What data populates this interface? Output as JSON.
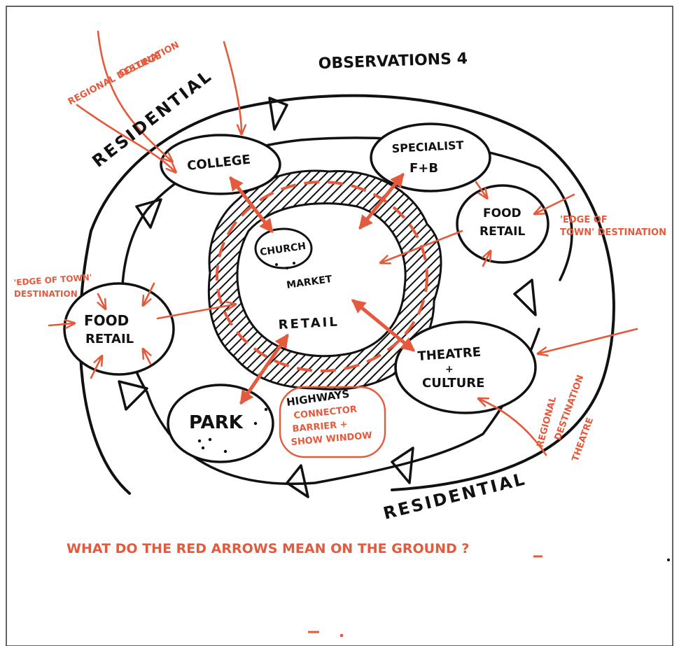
{
  "title": "OBSERVATIONS 4",
  "colors": {
    "ink": "#111111",
    "accent": "#e45a3c"
  },
  "labels": {
    "residential_top": "RESIDENTIAL",
    "residential_bottom": "RESIDENTIAL",
    "college": "COLLEGE",
    "specialist_l1": "SPECIALIST",
    "specialist_l2": "F+B",
    "food_retail_right_l1": "FOOD",
    "food_retail_right_l2": "RETAIL",
    "food_retail_left_l1": "FOOD",
    "food_retail_left_l2": "RETAIL",
    "church": "CHURCH",
    "market": "MARKET",
    "retail": "RETAIL",
    "theatre_l1": "THEATRE",
    "theatre_l2": "+",
    "theatre_l3": "CULTURE",
    "park": "PARK",
    "highways": "HIGHWAYS"
  },
  "annotations": {
    "regional_college_l1": "REGIONAL DESTINATION",
    "regional_college_l2": "COLLEGE",
    "edge_right_l1": "'EDGE OF",
    "edge_right_l2": "TOWN' DESTINATION",
    "edge_left_l1": "'EDGE OF TOWN'",
    "edge_left_l2": "DESTINATION",
    "highways_l1": "CONNECTOR",
    "highways_l2": "BARRIER +",
    "highways_l3": "SHOW WINDOW",
    "regional_theatre_l1": "REGIONAL",
    "regional_theatre_l2": "DESTINATION",
    "regional_theatre_l3": "THEATRE",
    "question": "WHAT DO THE RED ARROWS MEAN ON THE GROUND ?"
  }
}
